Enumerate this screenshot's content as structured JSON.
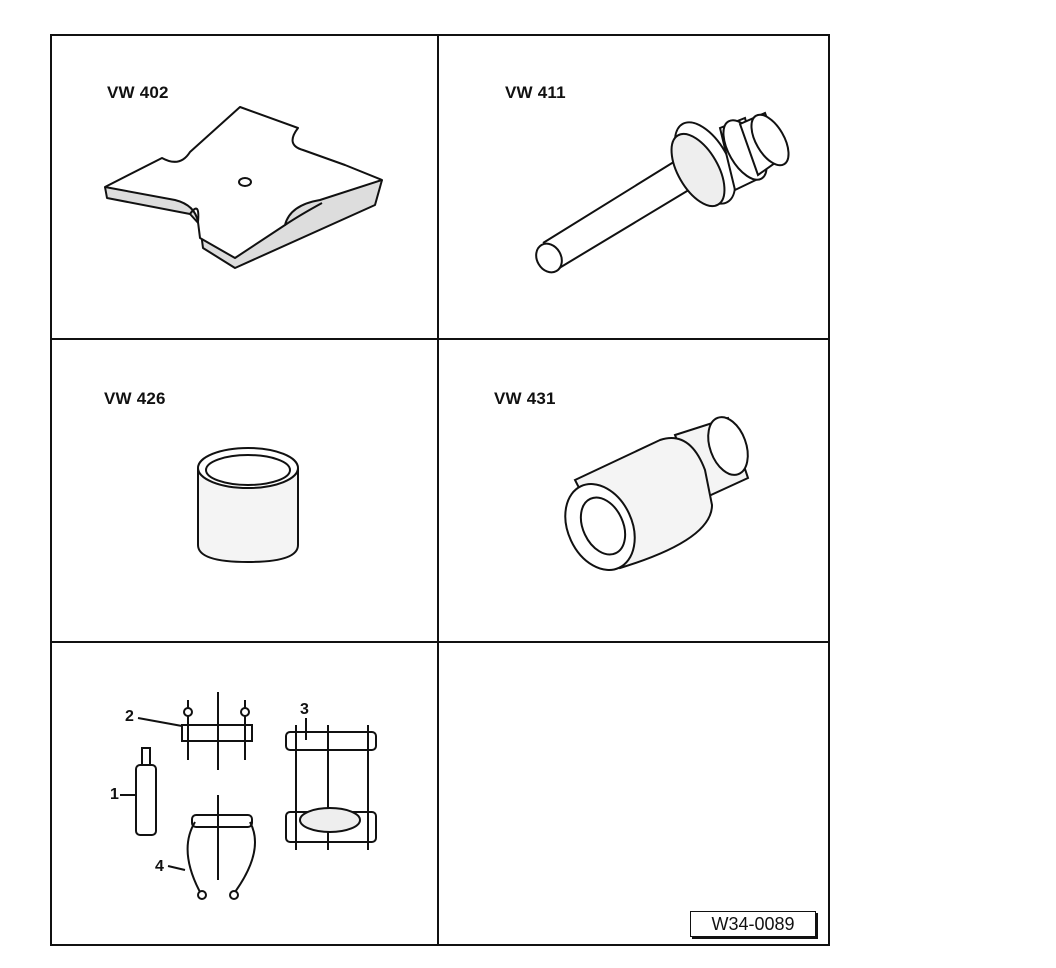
{
  "figure_id": "W34-0089",
  "tools": [
    {
      "label": "VW 402"
    },
    {
      "label": "VW 411"
    },
    {
      "label": "VW 426"
    },
    {
      "label": "VW 431"
    }
  ],
  "puller_set": {
    "callouts": [
      "1",
      "2",
      "3",
      "4"
    ]
  }
}
